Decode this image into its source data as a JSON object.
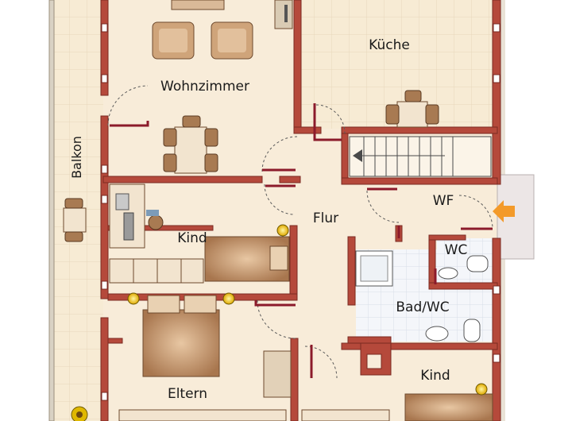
{
  "floorplan": {
    "rooms": {
      "wohnzimmer": "Wohnzimmer",
      "kueche": "Küche",
      "balkon": "Balkon",
      "flur": "Flur",
      "kind_top": "Kind",
      "kind_bottom": "Kind",
      "wf": "WF",
      "wc": "WC",
      "bad_wc": "Bad/WC",
      "eltern": "Eltern"
    },
    "colors": {
      "wall": "#b5493b",
      "wall_dark": "#7a2a22",
      "floor": "#f8ecd9",
      "tile": "#f6ead2",
      "bath_tile": "#f2f5f9",
      "entrance_arrow": "#f39a2a",
      "door_mark": "#8b1a2a"
    }
  }
}
